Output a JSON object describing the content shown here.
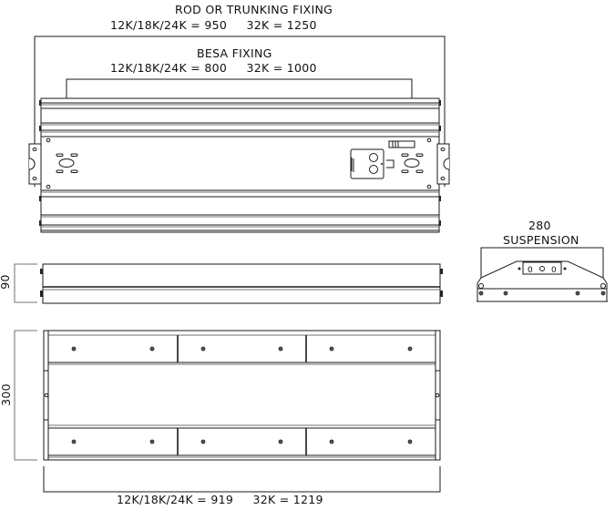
{
  "drawing": {
    "rod_fixing": {
      "title": "ROD OR TRUNKING FIXING",
      "values": "12K/18K/24K = 950     32K = 1250"
    },
    "besa_fixing": {
      "title": "BESA FIXING",
      "values": "12K/18K/24K = 800     32K = 1000"
    },
    "suspension": {
      "value": "280",
      "title": "SUSPENSION"
    },
    "side_height": "90",
    "bottom_width": "300",
    "overall_length": "12K/18K/24K = 919     32K = 1219"
  },
  "colors": {
    "line": "#1a1a1a",
    "grey_line": "#707070",
    "background": "#ffffff"
  }
}
